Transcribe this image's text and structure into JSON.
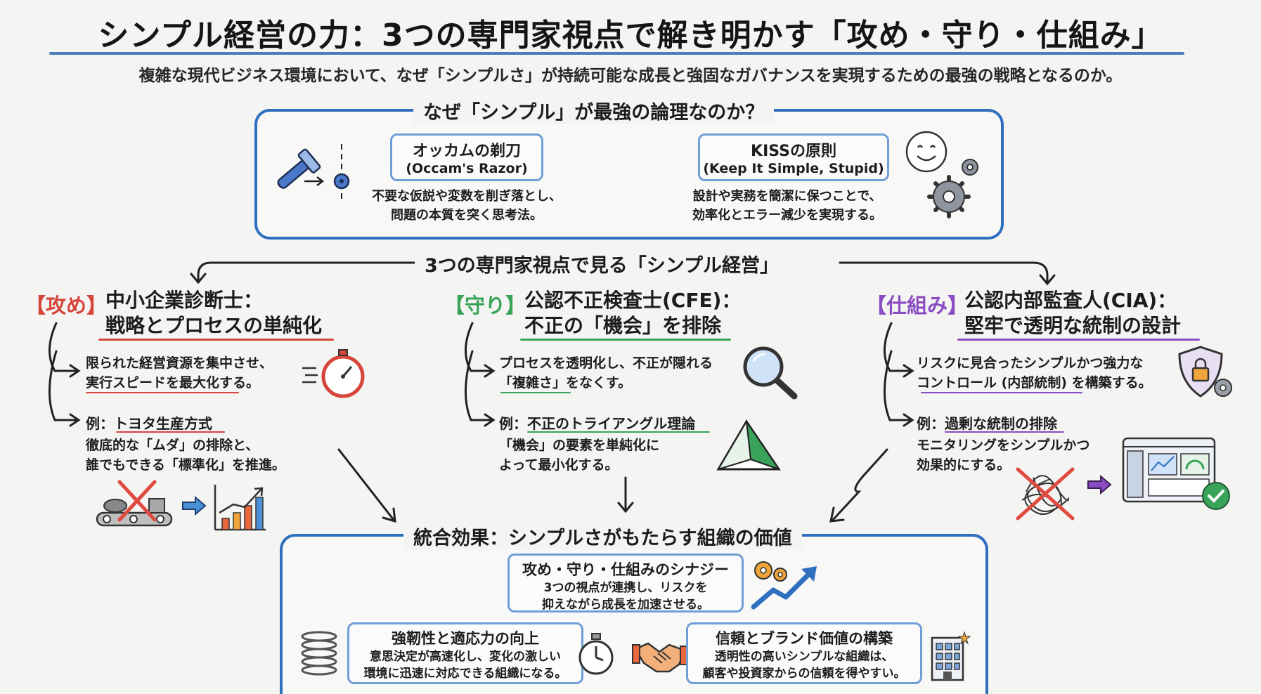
{
  "title": "シンプル経営の力：3つの専門家視点で解き明かす「攻め・守り・仕組み」",
  "subtitle": "複雑な現代ビジネス環境において、なぜ「シンプルさ」が持続可能な成長と強固なガバナンスを実現するための最強の戦略となるのか。",
  "why": {
    "heading": "なぜ「シンプル」が最強の論理なのか？",
    "occam": {
      "title": "オッカムの剃刀",
      "subtitle": "(Occam's Razor)",
      "desc_line1": "不要な仮説や変数を削ぎ落とし、",
      "desc_line2": "問題の本質を突く思考法。"
    },
    "kiss": {
      "title": "KISSの原則",
      "subtitle": "(Keep It Simple, Stupid)",
      "desc_line1": "設計や実務を簡潔に保つことで、",
      "desc_line2": "効率化とエラー減少を実現する。"
    }
  },
  "perspectives_heading": "3つの専門家視点で見る「シンプル経営」",
  "columns": {
    "attack": {
      "tag": "【攻め】",
      "title_line1": "中小企業診断士：",
      "title_line2": "戦略とプロセスの単純化",
      "item1_line1": "限られた経営資源を集中させ、",
      "item1_line2": "実行スピードを最大化する。",
      "example_label": "例：トヨタ生産方式",
      "example_line1": "徹底的な「ムダ」の排除と、",
      "example_line2": "誰でもできる「標準化」を推進。"
    },
    "defense": {
      "tag": "【守り】",
      "title_line1": "公認不正検査士(CFE)：",
      "title_line2": "不正の「機会」を排除",
      "item1_line1": "プロセスを透明化し、不正が隠れる",
      "item1_line2": "「複雑さ」をなくす。",
      "example_label": "例：不正のトライアングル理論",
      "example_line1": "「機会」の要素を単純化に",
      "example_line2": "よって最小化する。"
    },
    "system": {
      "tag": "【仕組み】",
      "title_line1": "公認内部監査人(CIA)：",
      "title_line2": "堅牢で透明な統制の設計",
      "item1_line1": "リスクに見合ったシンプルかつ強力な",
      "item1_line2": "コントロール (内部統制) を構築する。",
      "example_label": "例：過剰な統制の排除",
      "example_line1": "モニタリングをシンプルかつ",
      "example_line2": "効果的にする。"
    }
  },
  "integration": {
    "heading": "統合効果：シンプルさがもたらす組織の価値",
    "synergy": {
      "title": "攻め・守り・仕組みのシナジー",
      "line1": "3つの視点が連携し、リスクを",
      "line2": "抑えながら成長を加速させる。"
    },
    "resilience": {
      "title": "強靭性と適応力の向上",
      "line1": "意思決定が高速化し、変化の激しい",
      "line2": "環境に迅速に対応できる組織になる。"
    },
    "trust": {
      "title": "信頼とブランド価値の構築",
      "line1": "透明性の高いシンプルな組織は、",
      "line2": "顧客や投資家からの信頼を得やすい。"
    }
  },
  "colors": {
    "attack": "#d6453a",
    "defense": "#3aa35a",
    "system": "#8a4cc2",
    "frame": "#2f6fbf"
  },
  "icons": [
    "razor-icon",
    "smiley-icon",
    "gear-icon",
    "stopwatch-icon",
    "conveyor-icon",
    "growth-chart-icon",
    "magnifier-icon",
    "triangle-icon",
    "shield-lock-icon",
    "tangle-icon",
    "dashboard-icon",
    "check-icon",
    "spring-icon",
    "handshake-icon",
    "building-icon"
  ]
}
